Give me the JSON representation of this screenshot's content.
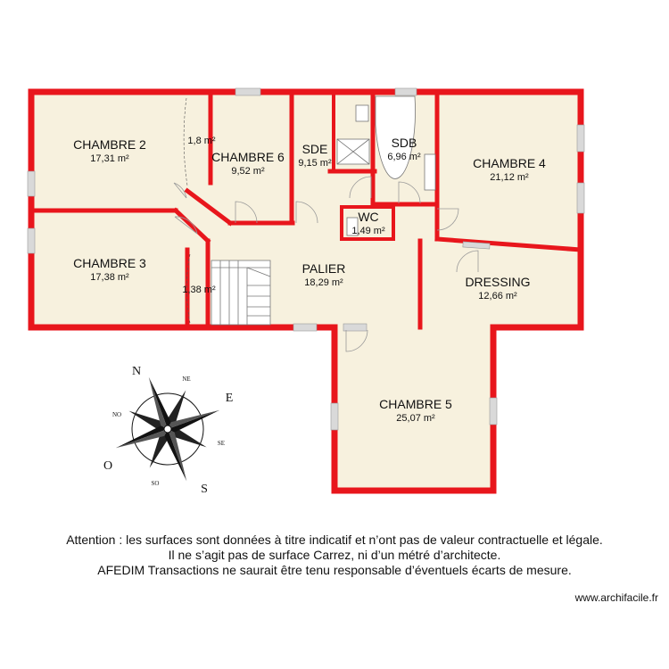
{
  "rooms": {
    "chambre2": {
      "name": "CHAMBRE 2",
      "area": "17,31 m²"
    },
    "chambre6": {
      "name": "CHAMBRE 6",
      "area": "9,52 m²"
    },
    "placard_top": {
      "area": "1,8 m²"
    },
    "sde": {
      "name": "SDE",
      "area": "9,15 m²"
    },
    "sdb": {
      "name": "SDB",
      "area": "6,96 m²"
    },
    "chambre4": {
      "name": "CHAMBRE 4",
      "area": "21,12 m²"
    },
    "wc": {
      "name": "WC",
      "area": "1,49 m²"
    },
    "chambre3": {
      "name": "CHAMBRE 3",
      "area": "17,38 m²"
    },
    "placard_mid": {
      "area": "1,38 m²"
    },
    "palier": {
      "name": "PALIER",
      "area": "18,29 m²"
    },
    "dressing": {
      "name": "DRESSING",
      "area": "12,66 m²"
    },
    "chambre5": {
      "name": "CHAMBRE 5",
      "area": "25,07 m²"
    }
  },
  "compass": {
    "n": "N",
    "e": "E",
    "s": "S",
    "o": "O",
    "ne": "NE",
    "se": "SE",
    "so": "SO",
    "no": "NO"
  },
  "disclaimer": {
    "line1": "Attention : les surfaces sont données à titre indicatif et n’ont pas de valeur contractuelle et légale.",
    "line2": "Il ne s’agit pas de surface Carrez, ni d’un métré d’architecte.",
    "line3": "AFEDIM Transactions ne saurait être tenu responsable d’éventuels écarts de mesure."
  },
  "watermark": "www.archifacile.fr",
  "colors": {
    "wall": "#e8161c",
    "floor": "#f7f1de",
    "window": "#d9d9d9",
    "door": "#888888"
  }
}
